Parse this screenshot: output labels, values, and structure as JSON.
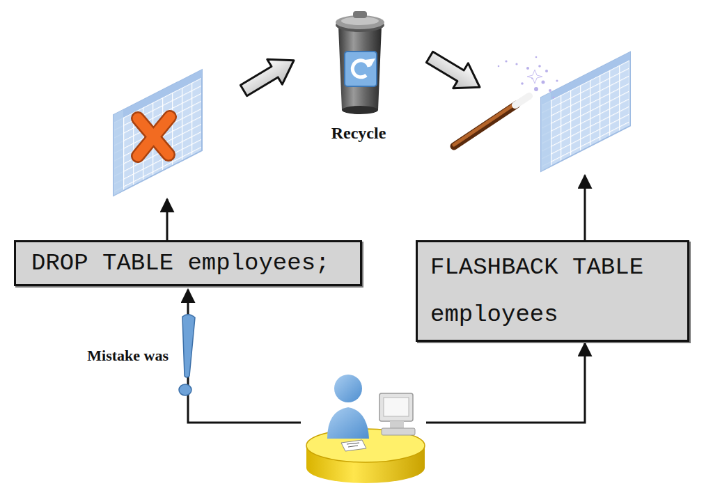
{
  "diagram": {
    "nodes": [
      {
        "text": [
          "DROP TABLE employees;"
        ]
      },
      {
        "text": [
          "FLASHBACK TABLE employees"
        ]
      }
    ],
    "labels": [
      "Recycle",
      "Mistake was"
    ]
  }
}
